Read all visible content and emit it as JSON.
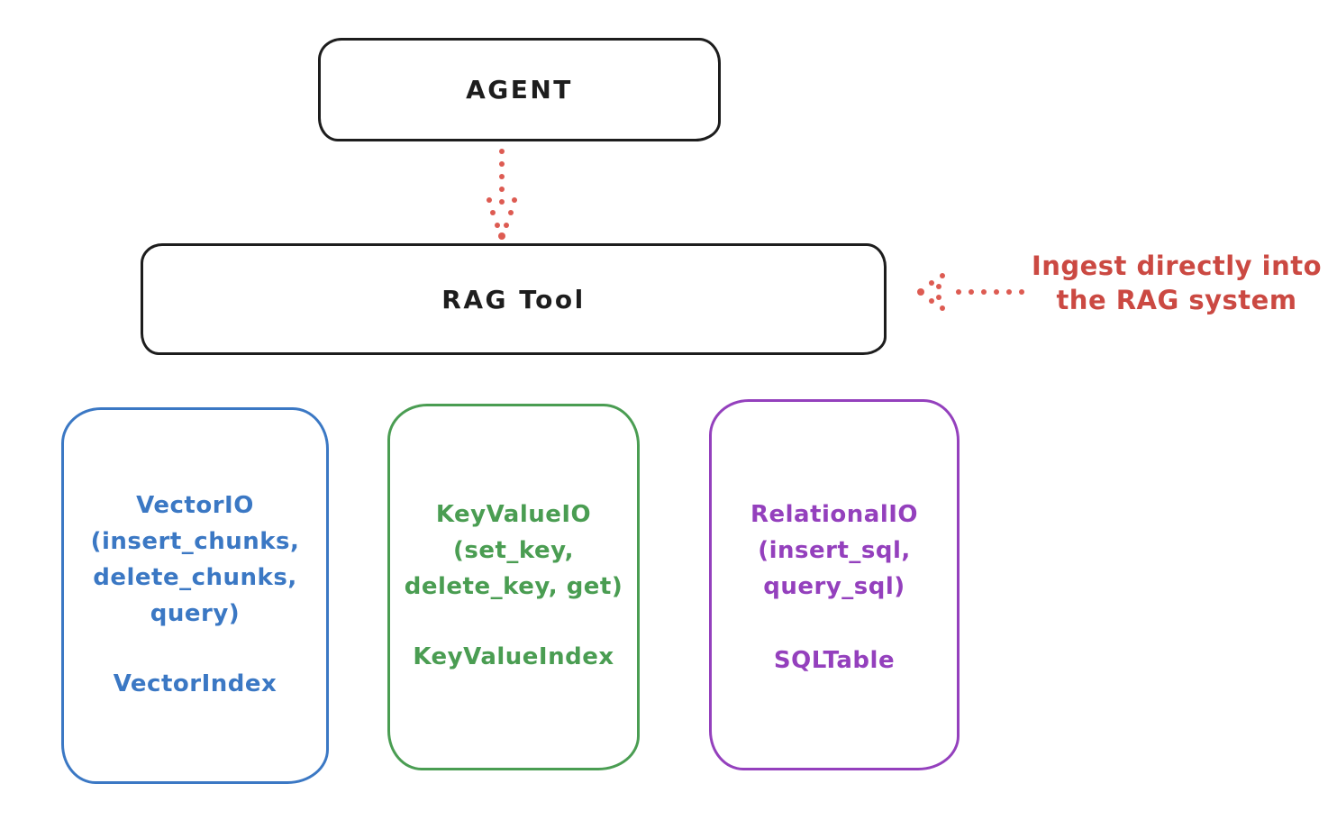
{
  "diagram": {
    "background": "#ffffff",
    "ink_color": "#1d1d1d",
    "arrow_color": "#dd5b52",
    "agent": {
      "label": "AGENT",
      "color": "#1d1d1d"
    },
    "rag_tool": {
      "label": "RAG Tool",
      "color": "#1d1d1d"
    },
    "annotation": {
      "line1": "Ingest directly into",
      "line2": "the RAG system",
      "color": "#cb4942"
    },
    "backends": {
      "vector": {
        "color": "#3b78c4",
        "line1": "VectorIO",
        "line2": "(insert_chunks,",
        "line3": "delete_chunks,",
        "line4": "query)",
        "index": "VectorIndex"
      },
      "keyvalue": {
        "color": "#4a9d52",
        "line1": "KeyValueIO",
        "line2": "(set_key,",
        "line3": "delete_key, get)",
        "index": "KeyValueIndex"
      },
      "relational": {
        "color": "#9440bd",
        "line1": "RelationalIO",
        "line2": "(insert_sql,",
        "line3": "query_sql)",
        "index": "SQLTable"
      }
    }
  }
}
